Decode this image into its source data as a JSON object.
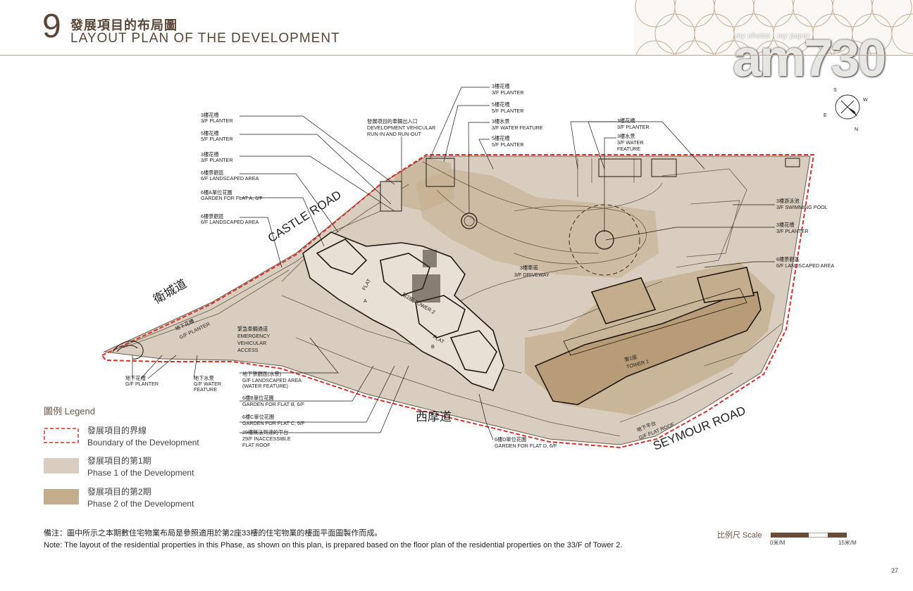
{
  "header": {
    "section_number": "9",
    "title_cn": "發展項目的布局圖",
    "title_en": "LAYOUT PLAN OF THE DEVELOPMENT"
  },
  "watermark": {
    "tagline": "my choice · my paper",
    "logo_text": "am730"
  },
  "compass": {
    "s": "S",
    "w": "W",
    "e": "E",
    "n": "N"
  },
  "roads": {
    "castle_road": "CASTLE ROAD",
    "castle_road_cn": "衛城道",
    "seymour_road": "SEYMOUR ROAD",
    "seymour_road_cn": "西摩道"
  },
  "labels": {
    "planter_3f_a_cn": "3樓花槽",
    "planter_3f_a_en": "3/F PLANTER",
    "planter_5f_a_cn": "5樓花槽",
    "planter_5f_a_en": "5/F PLANTER",
    "planter_3f_b_cn": "3樓花槽",
    "planter_3f_b_en": "3/F PLANTER",
    "landscaped_6f_a_cn": "6樓景觀區",
    "landscaped_6f_a_en": "6/F LANDSCAPED AREA",
    "garden_flat_a_cn": "6樓A單位花園",
    "garden_flat_a_en": "GARDEN FOR FLAT A, 6/F",
    "landscaped_6f_b_cn": "6樓景觀區",
    "landscaped_6f_b_en": "6/F LANDSCAPED AREA",
    "vehicular_cn": "發展項目的車輛出入口",
    "vehicular_en1": "DEVELOPMENT VEHICULAR",
    "vehicular_en2": "RUN-IN AND RUN-OUT",
    "planter_3f_c_cn": "3樓花槽",
    "planter_3f_c_en": "3/F PLANTER",
    "planter_5f_b_cn": "5樓花槽",
    "planter_5f_b_en": "5/F PLANTER",
    "water_3f_a_cn": "3樓水景",
    "water_3f_a_en": "3/F WATER FEATURE",
    "planter_5f_c_cn": "5樓花槽",
    "planter_5f_c_en": "5/F PLANTER",
    "planter_3f_d_cn": "3樓花槽",
    "planter_3f_d_en": "3/F PLANTER",
    "water_3f_b_cn": "3樓水景",
    "water_3f_b_en1": "3/F WATER",
    "water_3f_b_en2": "FEATURE",
    "pool_cn": "3樓游泳池",
    "pool_en": "3/F SWIMMING POOL",
    "planter_3f_e_cn": "3樓花槽",
    "planter_3f_e_en": "3/F PLANTER",
    "landscaped_6f_c_cn": "6樓景觀區",
    "landscaped_6f_c_en": "6/F LANDSCAPED AREA",
    "driveway_cn": "3樓車道",
    "driveway_en": "3/F DRIVEWAY",
    "flat_a": "FLAT",
    "flat_a_mark": "A",
    "tower2": "第2座 TOWER 2",
    "flat_b": "FLAT",
    "flat_b_mark": "B",
    "tower1_cn": "第1座",
    "tower1_en": "TOWER 1",
    "g_planter_road_cn": "地下花槽",
    "g_planter_road_en": "G/F PLANTER",
    "emergency_cn": "緊急車輛通道",
    "emergency_en1": "EMERGENCY",
    "emergency_en2": "VEHICULAR",
    "emergency_en3": "ACCESS",
    "g_planter_cn": "地下花槽",
    "g_planter_en": "G/F PLANTER",
    "g_water_cn": "地下水景",
    "g_water_en1": "G/F WATER",
    "g_water_en2": "FEATURE",
    "g_landscaped_cn": "地下景觀區(水景)",
    "g_landscaped_en1": "G/F LANDSCAPED AREA",
    "g_landscaped_en2": "(WATER FEATURE)",
    "garden_flat_b_cn": "6樓B單位花園",
    "garden_flat_b_en": "GARDEN FOR FLAT B, 6/F",
    "garden_flat_c_cn": "6樓C單位花園",
    "garden_flat_c_en": "GARDEN FOR FLAT C, 6/F",
    "roof_29f_cn": "29樓無法到達的平台",
    "roof_29f_en1": "29/F INACCESSIBLE",
    "roof_29f_en2": "FLAT ROOF",
    "garden_flat_d_cn": "6樓D單位花園",
    "garden_flat_d_en": "GARDEN FOR FLAT D, 6/F",
    "g_flat_roof_cn": "地下平台",
    "g_flat_roof_en": "G/F FLAT ROOF"
  },
  "legend": {
    "title": "圖例 Legend",
    "items": [
      {
        "cn": "發展項目的界線",
        "en": "Boundary of the Development"
      },
      {
        "cn": "發展項目的第1期",
        "en": "Phase 1 of the Development",
        "color": "#d8cdbf"
      },
      {
        "cn": "發展項目的第2期",
        "en": "Phase 2 of the Development",
        "color": "#c4ad8c"
      }
    ]
  },
  "colors": {
    "boundary": "#d9302c",
    "phase1": "#d8cdbf",
    "phase2": "#c4ad8c",
    "text_brown": "#5a4637"
  },
  "note": {
    "cn": "備注：圖中所示之本期數住宅物業布局是參照適用於第2座33樓的住宅物業的樓面平面圖製作而成。",
    "en": "Note:  The layout of the residential properties in this Phase, as shown on this plan, is prepared based on the floor plan of the residential properties on the 33/F of Tower 2."
  },
  "scale": {
    "label": "比例尺 Scale",
    "start": "0米/M",
    "end": "15米/M"
  },
  "page_number": "27"
}
